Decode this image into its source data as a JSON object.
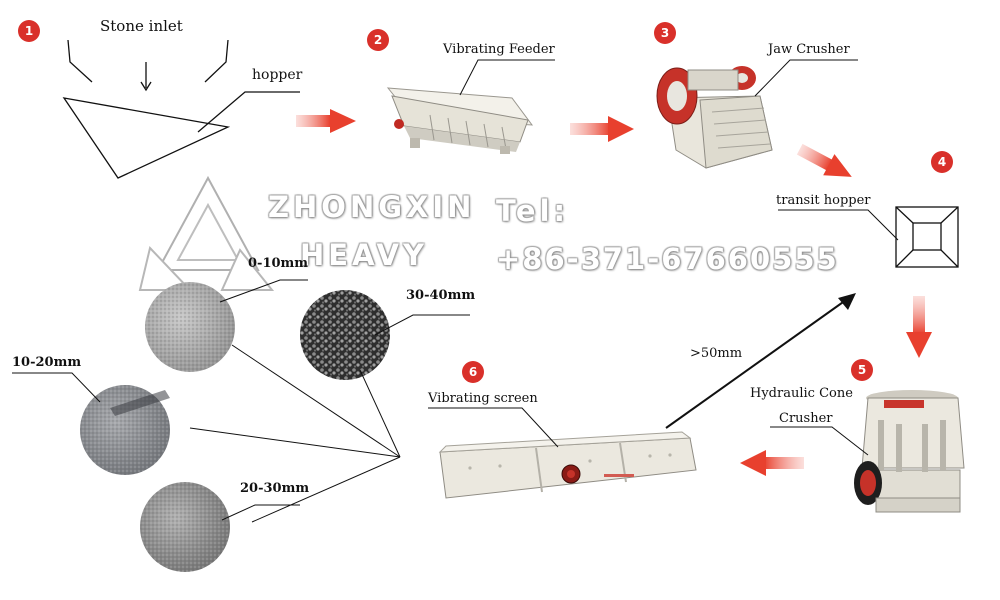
{
  "labels": {
    "stone_inlet": "Stone inlet",
    "hopper": "hopper",
    "vibrating_feeder": "Vibrating Feeder",
    "jaw_crusher": "Jaw Crusher",
    "transit_hopper": "transit hopper",
    "hydraulic_cone_1": "Hydraulic Cone",
    "hydraulic_cone_2": "Crusher",
    "vibrating_screen": "Vibrating screen",
    "gt50": ">50mm",
    "s0_10": "0-10mm",
    "s10_20": "10-20mm",
    "s20_30": "20-30mm",
    "s30_40": "30-40mm"
  },
  "steps": [
    "1",
    "2",
    "3",
    "4",
    "5",
    "6"
  ],
  "watermark": {
    "company_1": "ZHONGXIN",
    "company_2": "HEAVY",
    "tel_label": "Tel:",
    "tel_number": "+86-371-67660555"
  },
  "colors": {
    "badge_red": "#d9302a",
    "arrow_red": "#e8402e",
    "line": "#111111",
    "machine_body": "#e9e6dc"
  }
}
